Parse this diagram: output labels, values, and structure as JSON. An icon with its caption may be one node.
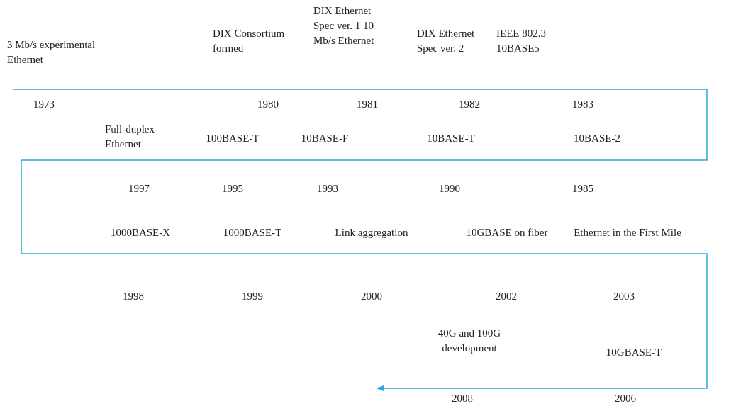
{
  "diagram": {
    "labels": [
      "3 Mb/s experimental Ethernet",
      "DIX Consortium formed",
      "DIX Ethernet Spec ver. 1 10 Mb/s Ethernet",
      "DIX Ethernet Spec ver. 2",
      "IEEE 802.3 10BASE5",
      "1973",
      "1980",
      "1981",
      "1982",
      "1983",
      "Full-duplex Ethernet",
      "100BASE-T",
      "10BASE-F",
      "10BASE-T",
      "10BASE-2",
      "1997",
      "1995",
      "1993",
      "1990",
      "1985",
      "1000BASE-X",
      "1000BASE-T",
      "Link aggregation",
      "10GBASE on fiber",
      "Ethernet in the First Mile",
      "1998",
      "1999",
      "2000",
      "2002",
      "2003",
      "40G and 100G development",
      "10GBASE-T",
      "2008",
      "2006"
    ]
  }
}
